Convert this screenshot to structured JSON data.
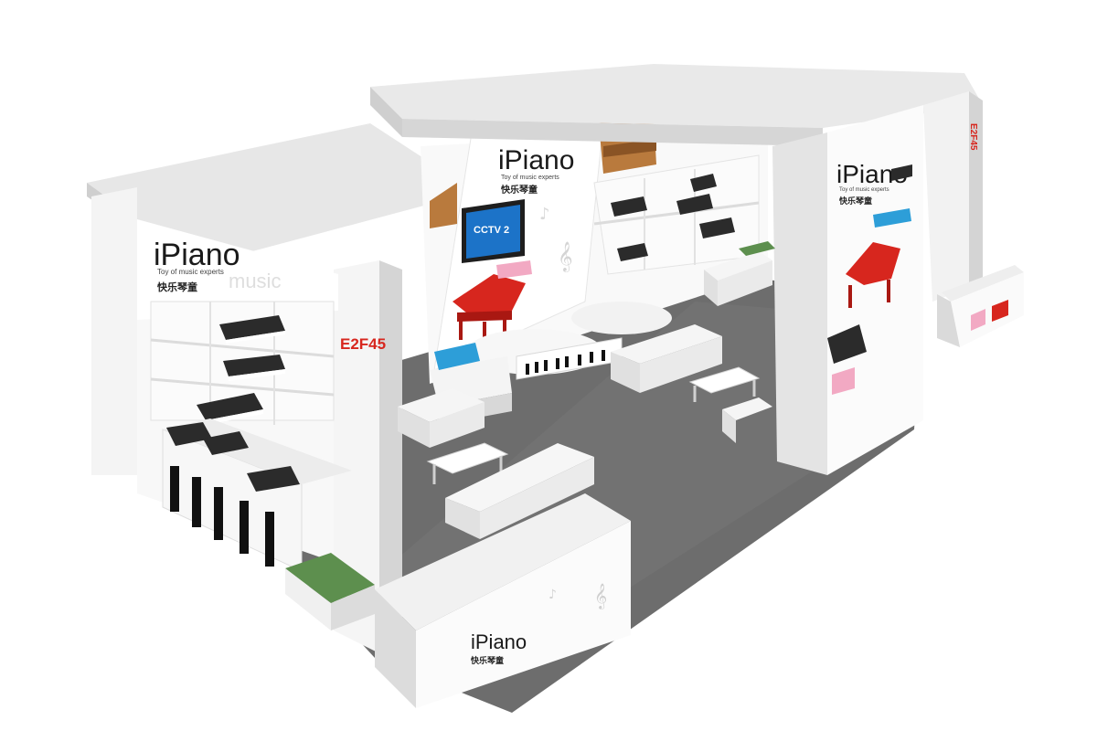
{
  "booth": {
    "brand_name": "iPiano",
    "tagline": "Toy of music experts",
    "chinese_name": "快乐琴童",
    "booth_number": "E2F45",
    "tv_channel": "CCTV 2",
    "watermark": "music"
  },
  "colors": {
    "floor": "#6f6f6f",
    "wall": "#f3f3f3",
    "shadow": "#d9d9d9",
    "accent_red": "#d7261e",
    "grass": "#5d8f4e"
  },
  "icons": [
    "grand-piano-icon",
    "keyboard-icon",
    "music-note-icon",
    "treble-clef-icon",
    "sofa-icon",
    "tv-icon"
  ]
}
